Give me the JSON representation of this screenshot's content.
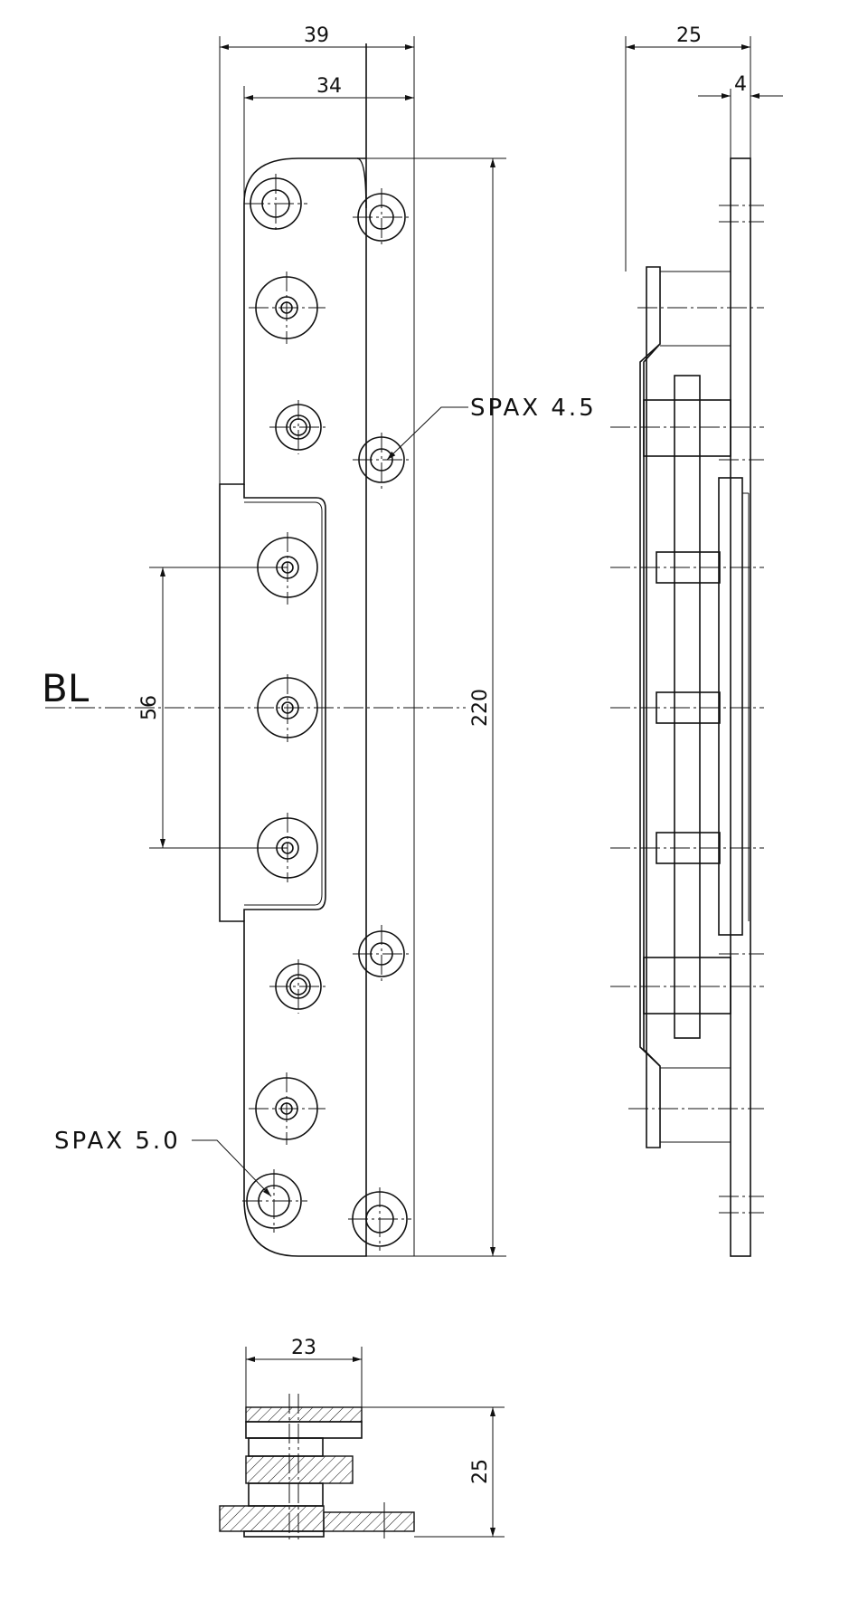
{
  "dimensions": {
    "width_39": "39",
    "width_34": "34",
    "side_25": "25",
    "side_4": "4",
    "height_220": "220",
    "pitch_56": "56",
    "bottom_23": "23",
    "bottom_25": "25"
  },
  "labels": {
    "spax_45": "SPAX 4.5",
    "spax_50": "SPAX 5.0",
    "bl": "BL"
  }
}
